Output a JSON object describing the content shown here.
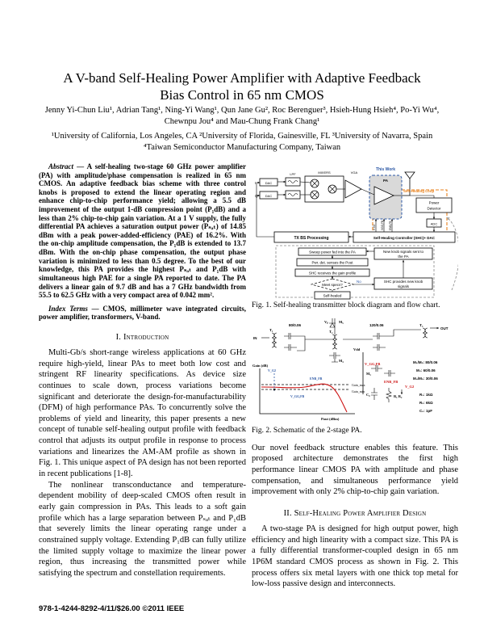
{
  "paper": {
    "title": "A V-band Self-Healing Power Amplifier with Adaptive Feedback Bias Control in 65 nm CMOS",
    "authors": "Jenny Yi-Chun Liu¹, Adrian Tang¹, Ning-Yi Wang¹, Qun Jane Gu², Roc Berenguer³, Hsieh-Hung Hsieh⁴, Po-Yi Wu⁴, Chewnpu Jou⁴ and Mau-Chung Frank Chang¹",
    "affiliations": "¹University of California, Los Angeles, CA ²University of Florida, Gainesville, FL ³University of Navarra, Spain ⁴Taiwan Semiconductor Manufacturing Company, Taiwan",
    "abstract_label": "Abstract",
    "abstract_text": " — A self-healing two-stage 60 GHz power amplifier (PA) with amplitude/phase compensation is realized in 65 nm CMOS. An adaptive feedback bias scheme with three control knobs is proposed to extend the linear operating region and enhance chip-to-chip performance yield; allowing a 5.5 dB improvement of the output 1-dB compression point (P₁dB) and a less than 2% chip-to-chip gain variation. At a 1 V supply, the fully differential PA achieves a saturation output power (Pₛₐₜ) of 14.85 dBm with a peak power-added-efficiency (PAE) of 16.2%. With the on-chip amplitude compensation, the P₁dB is extended to 13.7 dBm. With the on-chip phase compensation, the output phase variation is minimized to less than 0.5 degree. To the best of our knowledge, this PA provides the highest Pₛₐₜ and P₁dB with simultaneous high PAE for a single PA reported to date. The PA delivers a linear gain of 9.7 dB and has a 7 GHz bandwidth from 55.5 to 62.5 GHz with a very compact area of 0.042 mm².",
    "index_terms_label": "Index Terms",
    "index_terms_text": " — CMOS, millimeter wave integrated circuits, power amplifier, transformers, V-band."
  },
  "sections": {
    "intro_heading": "I. Introduction",
    "intro_p1": "Multi-Gb/s short-range wireless applications at 60 GHz require high-yield, linear PAs to meet both low cost and stringent RF linearity specifications. As device size continues to scale down, process variations become significant and deteriorate the design-for-manufacturability (DFM) of high performance PAs. To concurrently solve the problems of yield and linearity, this paper presents a new concept of tunable self-healing output profile with feedback control that adjusts its output profile in response to process variations and linearizes the AM-AM profile as shown in Fig. 1. This unique aspect of PA design has not been reported in recent publications [1-8].",
    "intro_p2": "The nonlinear transconductance and temperature-dependent mobility of deep-scaled CMOS often result in early gain compression in PAs. This leads to a soft gain profile which has a large separation between Pₛₐₜ and P₁dB that severely limits the linear operating range under a constrained supply voltage. Extending P₁dB can fully utilize the limited supply voltage to maximize the linear power region, thus increasing the transmitted power while satisfying the spectrum and constellation requirements.",
    "col2_p1": "Our novel feedback structure enables this feature. This proposed architecture demonstrates the first high performance linear CMOS PA with amplitude and phase compensation, and simultaneous performance yield improvement with only 2% chip-to-chip gain variation.",
    "sec2_heading": "II. Self-Healing Power Amplifier Design",
    "sec2_p1": "A two-stage PA is designed for high output power, high efficiency and high linearity with a compact size. This PA is a fully differential transformer-coupled design in 65 nm 1P6M standard CMOS process as shown in Fig. 2. This process offers six metal layers with one thick top metal for low-loss passive design and interconnects."
  },
  "fig1": {
    "caption": "Fig. 1. Self-healing transmitter block diagram and flow chart.",
    "labels": {
      "this_work": "This Work",
      "i": "I",
      "q": "Q",
      "dac1": "DAC",
      "dac2": "DAC",
      "lpf": "LPF",
      "mixers": "MIXERS",
      "vga": "VGA",
      "pa": "PA",
      "self_healing_loop": "Self-Healing Loop",
      "power_detector_1": "Power",
      "power_detector_2": "Detector",
      "adc": "ADC",
      "tx_bs": "TX BS Processing",
      "shc_dac": "Self-Healing Controller (SHC)+ DAC",
      "knob1": "V G2",
      "knob2": "VGG,FB",
      "knob3": "ENB,FB"
    },
    "flow": {
      "step1": "Sweep power fed into the PA",
      "step2": "Pwr. det. senses the Pout",
      "step3": "SHC receives the gain profile",
      "decision": "Meet specs?",
      "no": "No",
      "yes": "Yes",
      "new_knob_1": "New knob signals sent to",
      "new_knob_2": "the PA",
      "provide_knob_1": "SHC provides new knob",
      "provide_knob_2": "signals",
      "done": "Self-healed"
    }
  },
  "fig2": {
    "caption": "Fig. 2. Schematic of the 2-stage PA.",
    "labels": {
      "in": "IN",
      "out": "OUT",
      "t1": "T₁",
      "t2": "T₂",
      "t3": "T₃",
      "vb": "Vᵦ",
      "m5": "M₅",
      "m4": "M₄",
      "m3": "M₃",
      "vdd": "Vdd",
      "vgg": "V_GG",
      "size1": "80/0.06",
      "size2": "120/0.06",
      "vggfb": "V_GG,FB",
      "enbfb": "ENB_FB",
      "vg2": "V_G2",
      "c0": "C₀",
      "r12": "R₁ R₂"
    },
    "values": [
      "M₁/M₂: 80/0.06",
      "M₃: 60/0.06",
      "M₄/M₅: 30/0.06",
      "R₁: 1kΩ",
      "R₂: 6kΩ",
      "C₀: 1pF"
    ],
    "plot": {
      "ylabel": "Gain (dB)",
      "xlabel": "Pout (dBm)",
      "gain_max": "Gain_max",
      "gain_min": "Gain_min",
      "vg2": "V_G2",
      "enb": "ENB_FB",
      "vggfb": "V_GG,FB"
    }
  },
  "footer": {
    "copyright": "978-1-4244-8292-4/11/$26.00 ©2011 IEEE"
  },
  "colors": {
    "accent_blue": "#2b57a5",
    "accent_orange": "#e8821e",
    "accent_red": "#cc1111",
    "pa_block_fill": "#d9d9d9"
  }
}
